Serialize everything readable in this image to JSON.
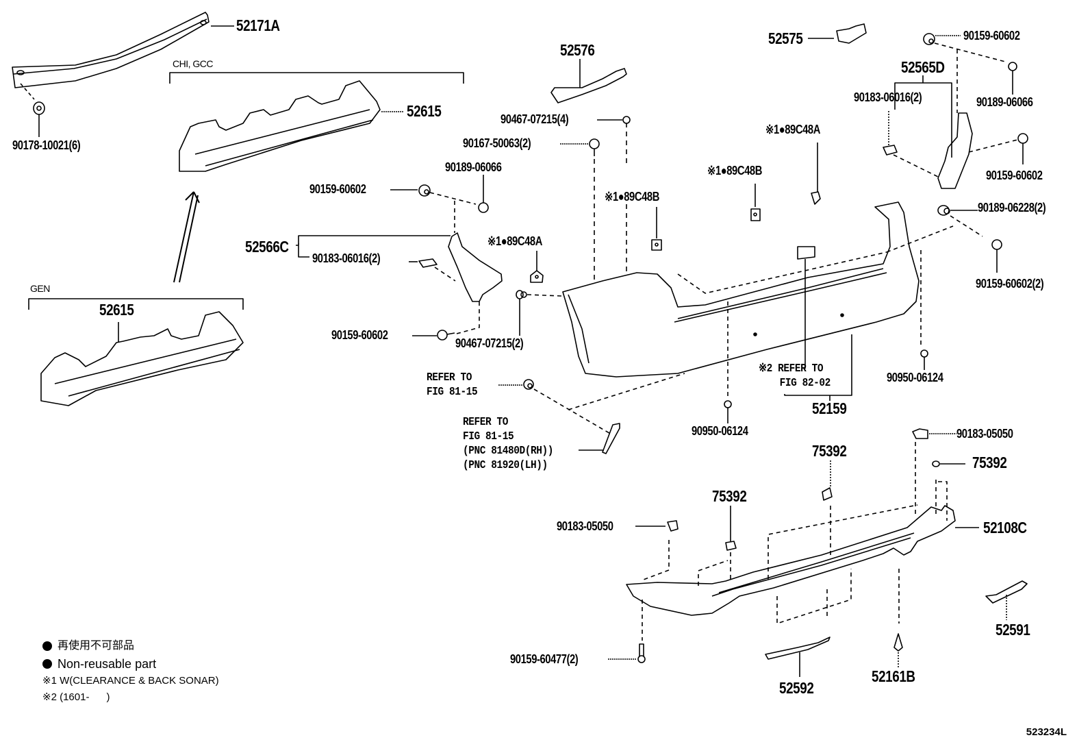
{
  "diagram": {
    "figure_id": "523234L",
    "group_labels": {
      "chi_gcc": "CHI, GCC",
      "gen": "GEN"
    },
    "parts": {
      "p52171A": "52171A",
      "p90178": "90178-10021(6)",
      "p52615_top": "52615",
      "p52615_gen": "52615",
      "p52576": "52576",
      "p52575": "52575",
      "p90467_4": "90467-07215(4)",
      "p90167": "90167-50063(2)",
      "p90189_a": "90189-06066",
      "p90159_a": "90159-60602",
      "p52566C": "52566C",
      "p90183_a": "90183-06016(2)",
      "p89C48A_a": "※1●89C48A",
      "p90159_b": "90159-60602",
      "p90467_2": "90467-07215(2)",
      "p89C48B_a": "※1●89C48B",
      "p89C48B_b": "※1●89C48B",
      "p89C48A_b": "※1●89C48A",
      "p90159_top": "90159-60602",
      "p52565D": "52565D",
      "p90183_b": "90183-06016(2)",
      "p90189_b": "90189-06066",
      "p90159_c": "90159-60602",
      "p90189_06228": "90189-06228(2)",
      "p90159_2": "90159-60602(2)",
      "p90950_a": "90950-06124",
      "p90950_b": "90950-06124",
      "p52159": "52159",
      "p90183_05050_a": "90183-05050",
      "p90183_05050_b": "90183-05050",
      "p75392_a": "75392",
      "p75392_b": "75392",
      "p75392_c": "75392",
      "p52108C": "52108C",
      "p90159_60477": "90159-60477(2)",
      "p52591": "52591",
      "p52592": "52592",
      "p52161B": "52161B"
    },
    "references": {
      "ref1_line1": "REFER TO",
      "ref1_line2": "FIG 81-15",
      "ref2_line1": "REFER TO",
      "ref2_line2": "FIG 81-15",
      "ref2_line3": "(PNC 81480D(RH))",
      "ref2_line4": "(PNC 81920(LH))",
      "ref3_line1": "※2 REFER TO",
      "ref3_line2": "FIG 82-02"
    },
    "legend": {
      "non_reusable_jp": "再使用不可部品",
      "non_reusable_en": "Non-reusable part",
      "note1": "※1 W(CLEARANCE & BACK SONAR)",
      "note2": "※2 (1601-      )"
    }
  }
}
